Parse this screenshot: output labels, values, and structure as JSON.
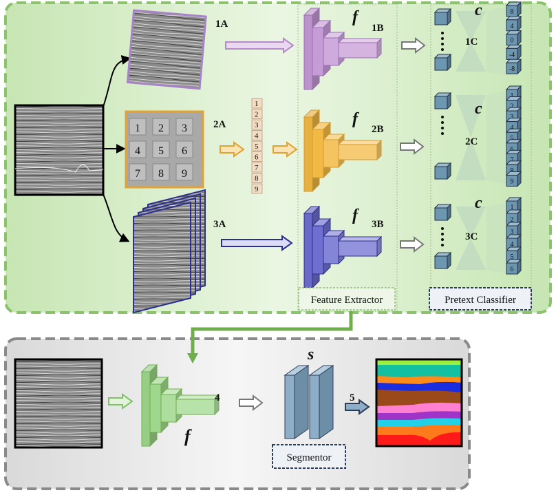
{
  "labels": {
    "l1A": "1A",
    "l2A": "2A",
    "l3A": "3A",
    "l1B": "1B",
    "l2B": "2B",
    "l3B": "3B",
    "l1C": "1C",
    "l2C": "2C",
    "l3C": "3C",
    "step4": "4",
    "step5": "5",
    "f": "f",
    "c": "c",
    "s": "s",
    "feature_extractor": "Feature Extractor",
    "pretext_classifier": "Pretext Classifier",
    "segmentor": "Segmentor"
  },
  "jigsaw_tiles": [
    "1",
    "2",
    "3",
    "4",
    "5",
    "6",
    "7",
    "8",
    "9"
  ],
  "jigsaw_sequence": [
    "1",
    "2",
    "3",
    "4",
    "5",
    "6",
    "7",
    "8",
    "9"
  ],
  "classes_1C": [
    "8",
    "4",
    "0",
    "-4",
    "-8"
  ],
  "classes_2C": [
    "1",
    "2",
    "3",
    "4",
    "5",
    "6",
    "7",
    "8",
    "9"
  ],
  "classes_3C": [
    "1",
    "2",
    "3",
    "4",
    "5",
    "6"
  ],
  "colors": {
    "top_panel_fill": "#d3ebc4",
    "top_panel_border": "#8cc26d",
    "bottom_panel_fill": "#e9e9e9",
    "bottom_panel_border": "#8a8a8a",
    "branch_1": "#c79bd6",
    "branch_2": "#f2ba44",
    "branch_3": "#6f6fd1",
    "segment_extractor": "#9fd88c",
    "classifier_cube": "#6d96b1",
    "segmentor": "#8eaec7"
  }
}
